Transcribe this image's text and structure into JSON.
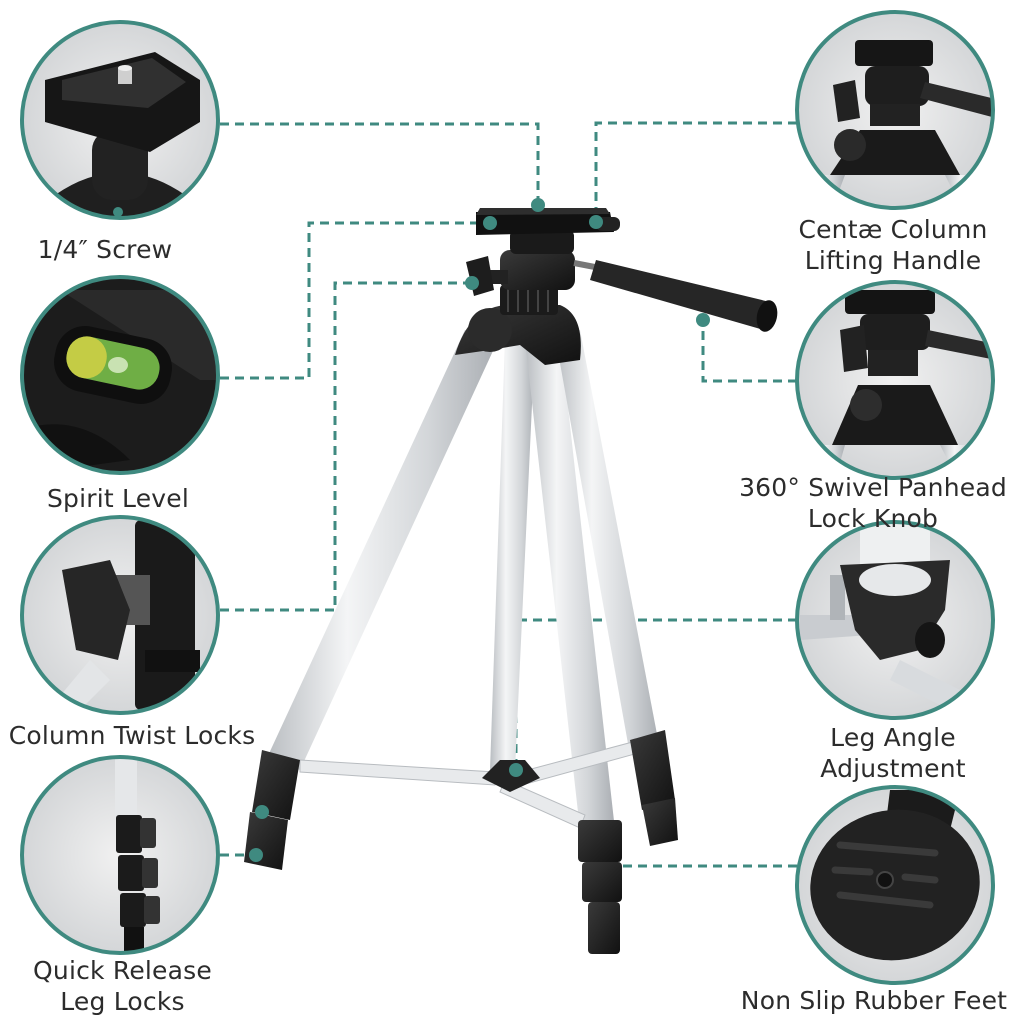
{
  "theme": {
    "accent": "#3f8a80",
    "background": "#ffffff",
    "metal": "#d9dcdf",
    "plastic": "#1e1e1e",
    "text": "#2c2c2c"
  },
  "product": {
    "name": "tripod-with-panhead",
    "icon": "tripod-icon"
  },
  "features": [
    {
      "id": "screw",
      "lines": [
        "1/4″ Screw"
      ],
      "side": "left",
      "icon": "quick-release-plate-icon"
    },
    {
      "id": "spirit-level",
      "lines": [
        "Spirit Level"
      ],
      "side": "left",
      "icon": "bubble-level-icon"
    },
    {
      "id": "column-twist-locks",
      "lines": [
        "Column Twist Locks"
      ],
      "side": "left",
      "icon": "twist-knob-icon"
    },
    {
      "id": "leg-locks",
      "lines": [
        "Quick Release",
        "Leg Locks"
      ],
      "side": "left",
      "icon": "leg-lock-clip-icon"
    },
    {
      "id": "lifting-handle",
      "lines": [
        "Centæ Column",
        "Lifting Handle"
      ],
      "side": "right",
      "icon": "panhead-handle-icon"
    },
    {
      "id": "lock-knob",
      "lines": [
        "360° Swivel Panhead",
        "Lock Knob"
      ],
      "side": "right",
      "icon": "panhead-knob-icon"
    },
    {
      "id": "leg-angle",
      "lines": [
        "Leg Angle",
        "Adjustment"
      ],
      "side": "right",
      "icon": "leg-brace-icon"
    },
    {
      "id": "rubber-feet",
      "lines": [
        "Non Slip Rubber Feet"
      ],
      "side": "right",
      "icon": "rubber-foot-icon"
    }
  ]
}
